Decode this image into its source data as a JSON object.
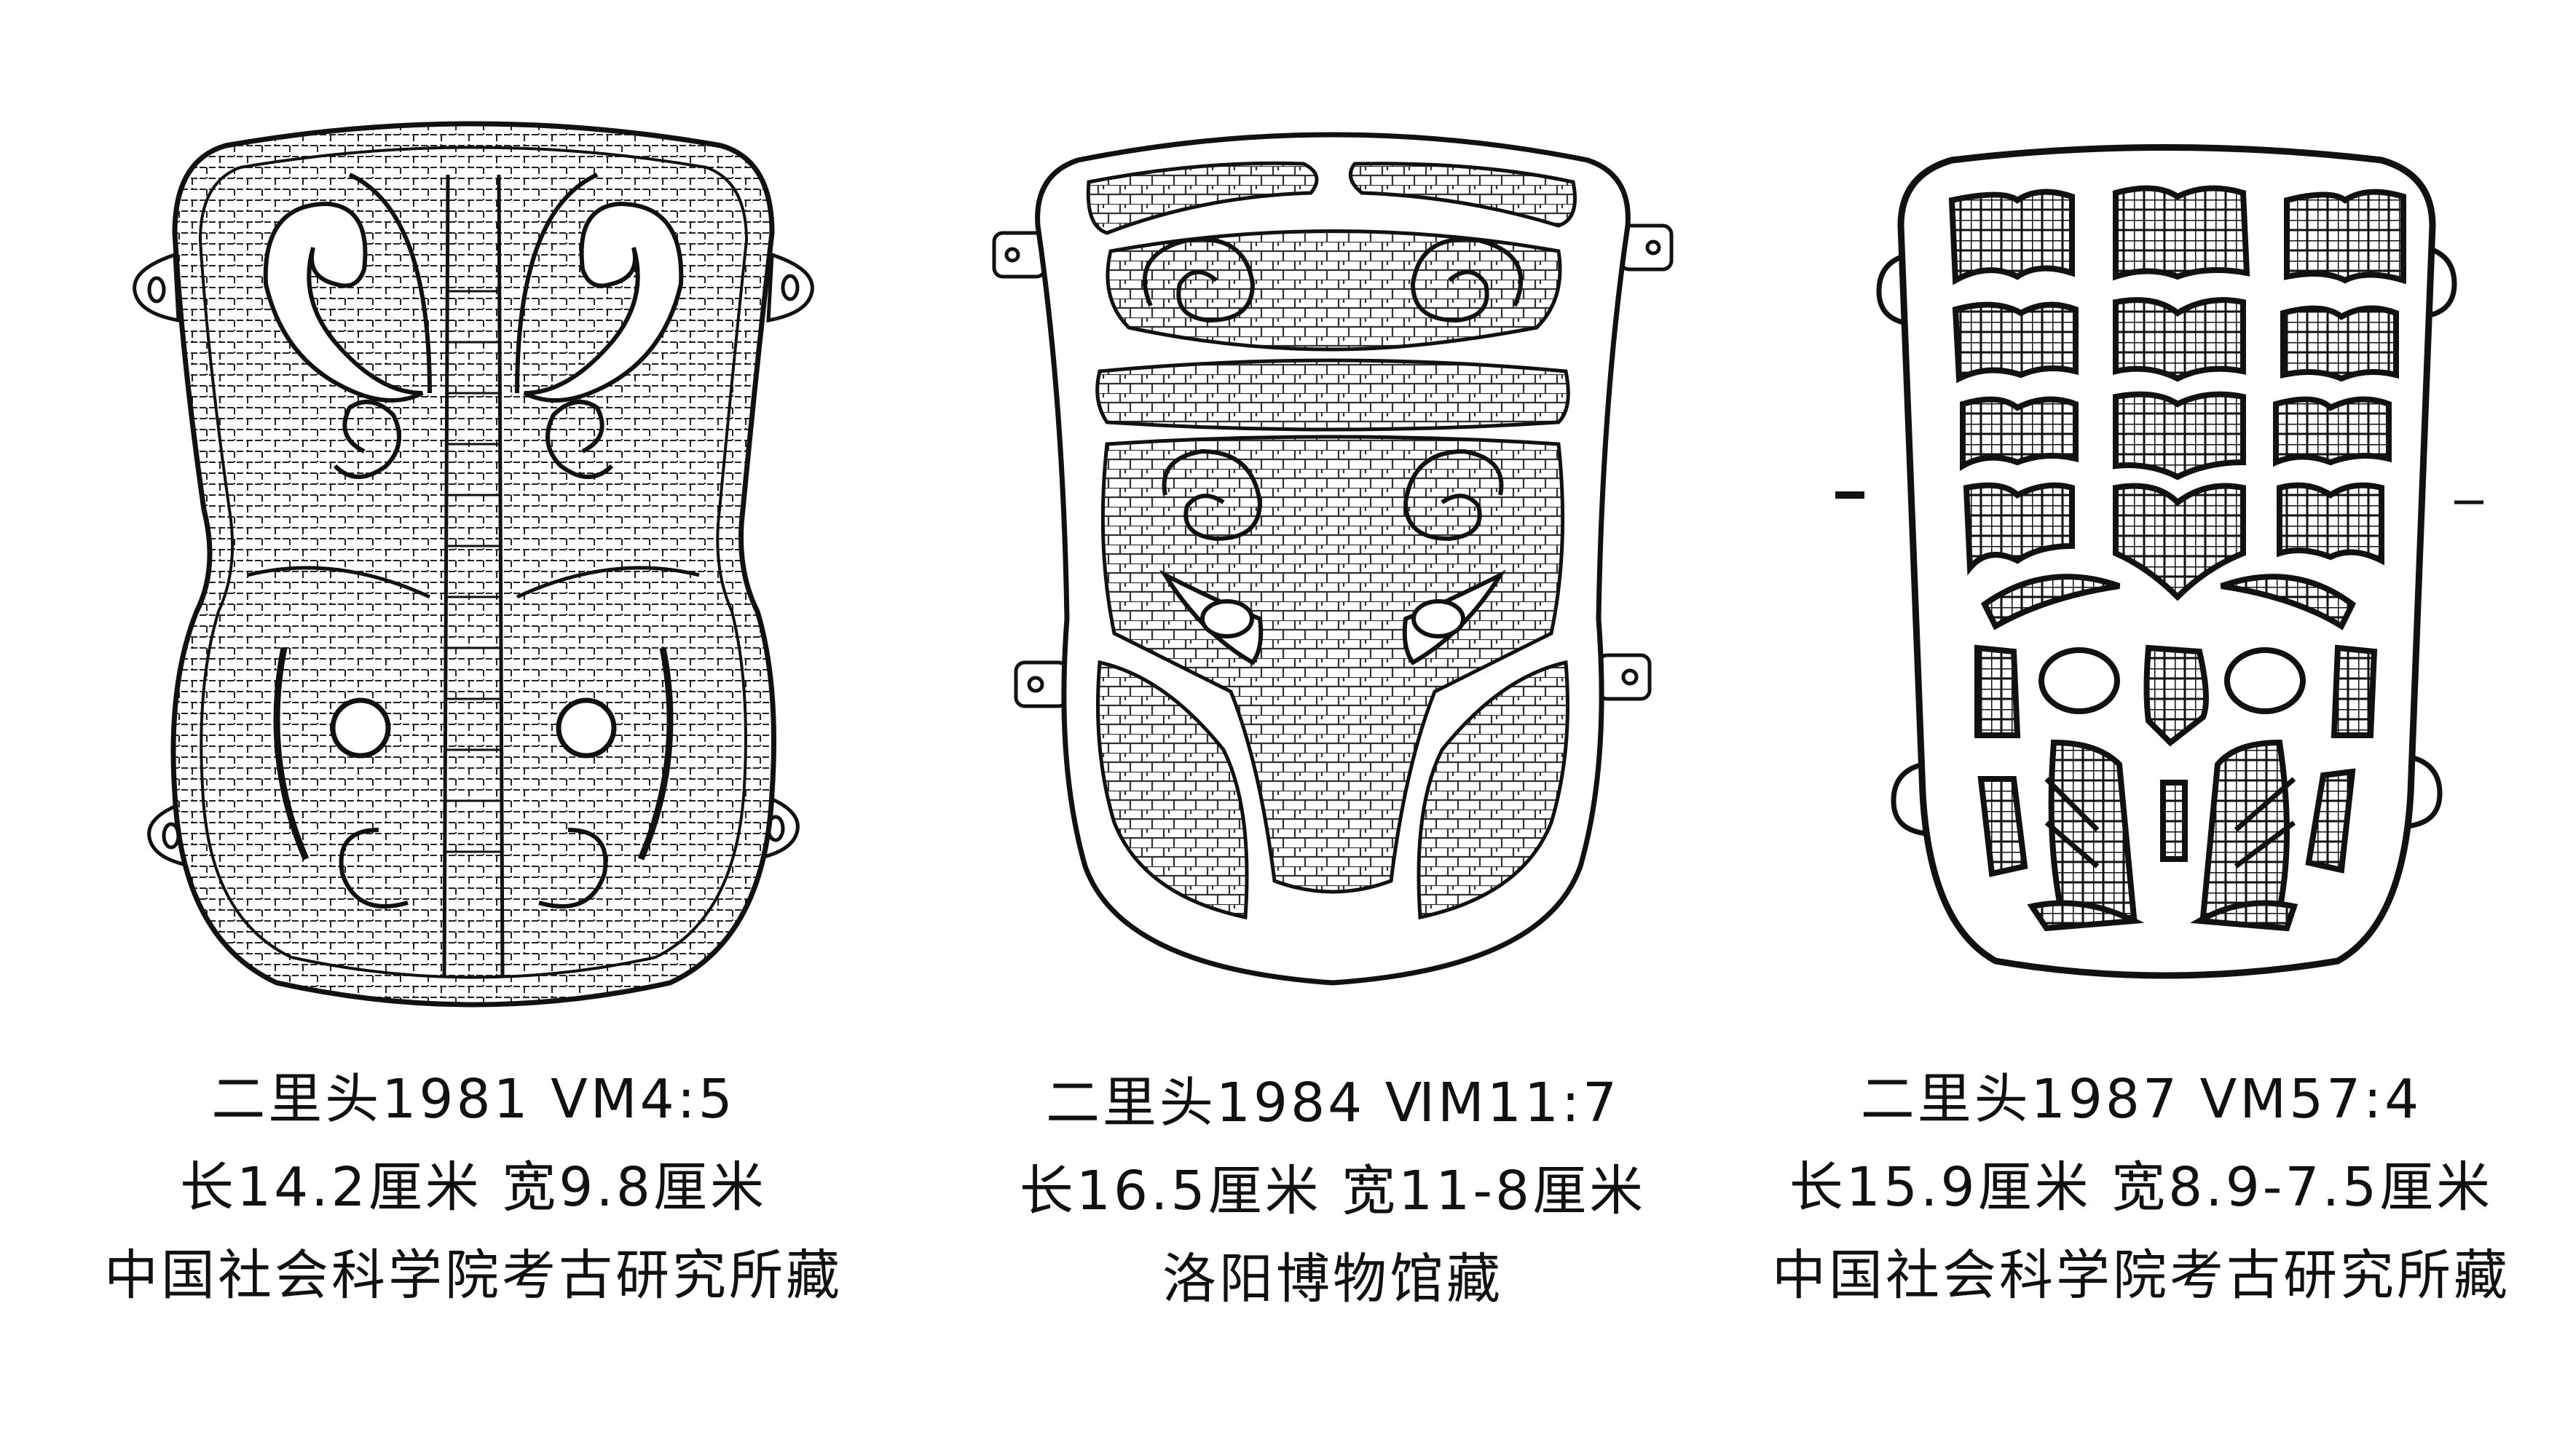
{
  "figure": {
    "background": "#ffffff",
    "ink_color": "#111111",
    "plaques": [
      {
        "id": "plaque-1",
        "drawing": "turquoise-inlaid-bronze-plaque-mirrored-scroll-motif",
        "caption": {
          "line1": "二里头1981 ⅤM4:5",
          "line2": "长14.2厘米 宽9.8厘米",
          "line3": "中国社会科学院考古研究所藏"
        }
      },
      {
        "id": "plaque-2",
        "drawing": "turquoise-inlaid-bronze-plaque-animal-mask-motif",
        "caption": {
          "line1": "二里头1984 ⅥM11:7",
          "line2": "长16.5厘米 宽11-8厘米",
          "line3": "洛阳博物馆藏"
        }
      },
      {
        "id": "plaque-3",
        "drawing": "turquoise-inlaid-bronze-plaque-scale-grid-motif",
        "caption": {
          "line1": "二里头1987 ⅤM57:4",
          "line2": "长15.9厘米 宽8.9-7.5厘米",
          "line3": "中国社会科学院考古研究所藏"
        }
      }
    ]
  }
}
